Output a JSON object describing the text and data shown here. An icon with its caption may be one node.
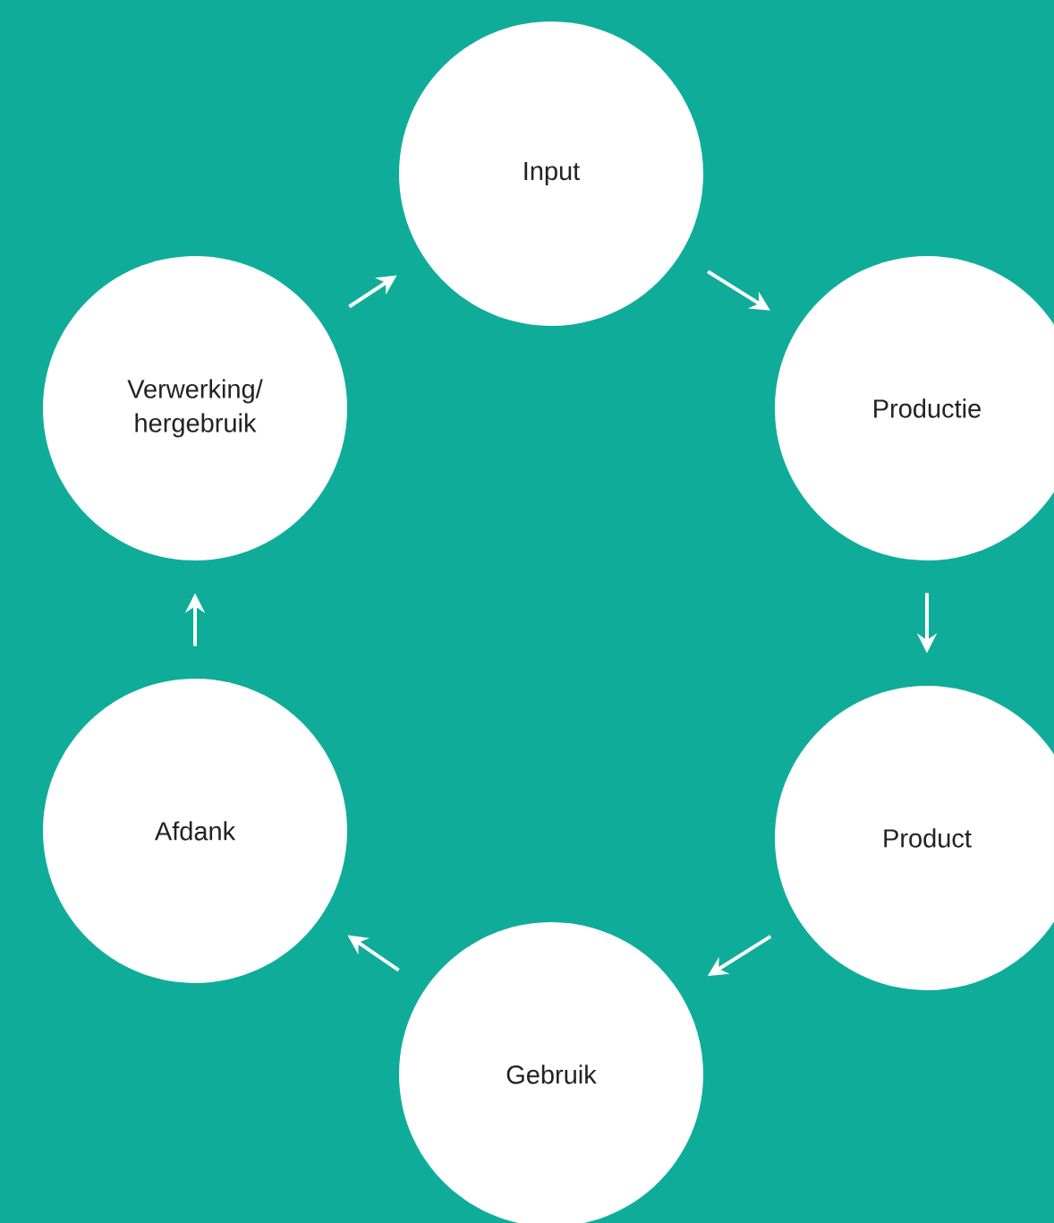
{
  "diagram": {
    "nodes": [
      {
        "text": [
          "Input"
        ]
      },
      {
        "text": [
          "Productie"
        ]
      },
      {
        "text": [
          "Product"
        ]
      },
      {
        "text": [
          "Gebruik"
        ]
      },
      {
        "text": [
          "Afdank"
        ]
      },
      {
        "text": [
          "Verwerking/ hergebruik"
        ]
      }
    ],
    "edges": [
      {
        "from": 0,
        "to": 1,
        "arrow": "to"
      },
      {
        "from": 1,
        "to": 2,
        "arrow": "to"
      },
      {
        "from": 2,
        "to": 3,
        "arrow": "to"
      },
      {
        "from": 3,
        "to": 4,
        "arrow": "to"
      },
      {
        "from": 4,
        "to": 5,
        "arrow": "to"
      },
      {
        "from": 5,
        "to": 0,
        "arrow": "to"
      }
    ]
  }
}
